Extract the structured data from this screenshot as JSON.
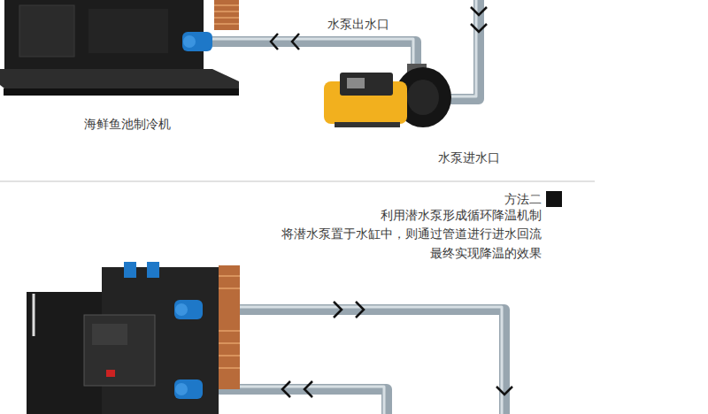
{
  "diagram": {
    "nodes": [
      {
        "text": [
          "海鲜鱼池制冷机"
        ]
      },
      {
        "text": [
          "水泵出水口",
          "水泵进水口"
        ]
      }
    ],
    "edges": [
      {
        "from": 1,
        "to": 0,
        "arrow": "to"
      }
    ],
    "labels": [
      "方法二",
      "利用潜水泵形成循环降温机制",
      "将潜水泵置于水缸中，则通过管道进行进水回流",
      "最终实现降温的效果"
    ]
  }
}
